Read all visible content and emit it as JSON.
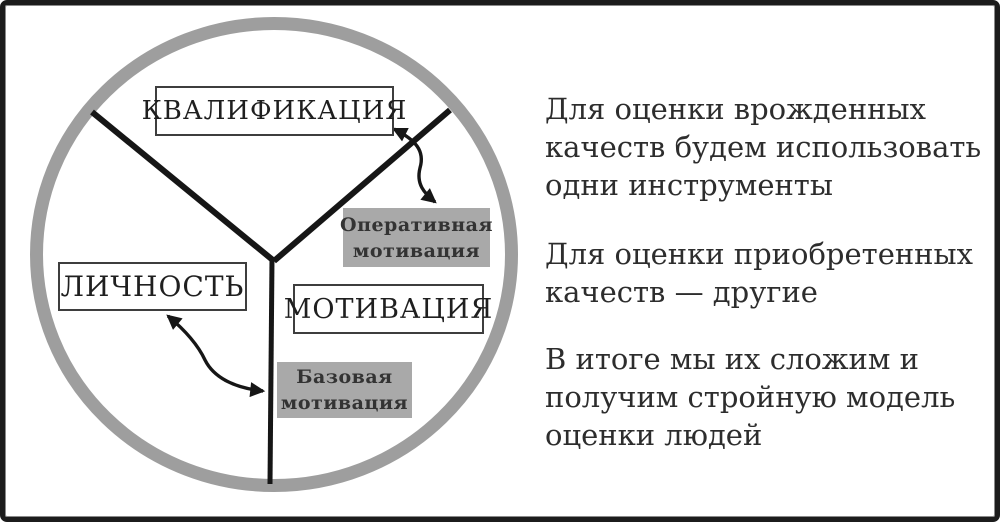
{
  "diagram": {
    "sectors": {
      "qualification": "КВАЛИФИКАЦИЯ",
      "personality": "ЛИЧНОСТЬ",
      "motivation": "МОТИВАЦИЯ"
    },
    "callouts": {
      "operative": {
        "line1": "Оперативная",
        "line2": "мотивация"
      },
      "basic": {
        "line1": "Базовая",
        "line2": "мотивация"
      }
    },
    "colors": {
      "ring_gray": "#9e9e9e",
      "divider_black": "#161616",
      "callout_bg": "#a9a9a9",
      "box_border": "#3e3e3e",
      "text": "#2d2d2d"
    }
  },
  "notes": {
    "p1_lines": [
      "Для оценки врожденных",
      "качеств будем использовать",
      "одни инструменты"
    ],
    "p2_lines": [
      "Для оценки приобретенных",
      "качеств — другие"
    ],
    "p3_lines": [
      "В итоге мы их сложим и",
      "получим стройную модель",
      "оценки людей"
    ]
  }
}
